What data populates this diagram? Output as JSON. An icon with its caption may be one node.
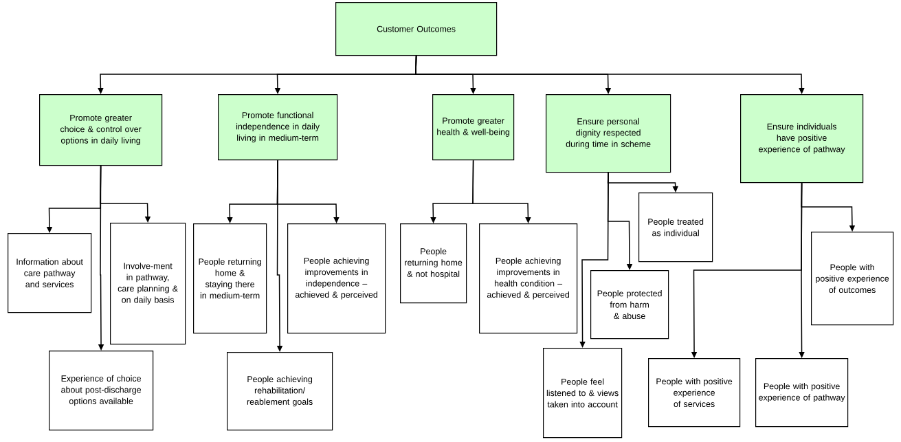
{
  "diagram": {
    "nodes": [
      {
        "text": [
          "Customer Outcomes"
        ]
      },
      {
        "text": [
          "Promote greater choice & control over options in daily living"
        ]
      },
      {
        "text": [
          "Promote functional independence in daily living in medium-term"
        ]
      },
      {
        "text": [
          "Promote greater health & well-being"
        ]
      },
      {
        "text": [
          "Ensure personal dignity respected during time in scheme"
        ]
      },
      {
        "text": [
          "Ensure individuals have positive experience of pathway"
        ]
      },
      {
        "text": [
          "Information about care pathway and services"
        ]
      },
      {
        "text": [
          "Involve-ment in pathway, care planning & on daily basis"
        ]
      },
      {
        "text": [
          "Experience of choice about post-discharge options available"
        ]
      },
      {
        "text": [
          "People returning home & staying there in medium-term"
        ]
      },
      {
        "text": [
          "People achieving improvements in independence – achieved & perceived"
        ]
      },
      {
        "text": [
          "People achieving rehabilitation/ reablement goals"
        ]
      },
      {
        "text": [
          "People returning home & not hospital"
        ]
      },
      {
        "text": [
          "People achieving improvements in health condition – achieved & perceived"
        ]
      },
      {
        "text": [
          "People treated as individual"
        ]
      },
      {
        "text": [
          "People protected from harm & abuse"
        ]
      },
      {
        "text": [
          "People feel listened to & views taken into account"
        ]
      },
      {
        "text": [
          "People with positive experience of outcomes"
        ]
      },
      {
        "text": [
          "People with positive experience of services"
        ]
      },
      {
        "text": [
          "People with positive experience of pathway"
        ]
      }
    ],
    "edges": [
      {
        "from": 0,
        "to": 1,
        "arrow": "to"
      },
      {
        "from": 0,
        "to": 2,
        "arrow": "to"
      },
      {
        "from": 0,
        "to": 3,
        "arrow": "to"
      },
      {
        "from": 0,
        "to": 4,
        "arrow": "to"
      },
      {
        "from": 0,
        "to": 5,
        "arrow": "to"
      },
      {
        "from": 1,
        "to": 6,
        "arrow": "to"
      },
      {
        "from": 1,
        "to": 7,
        "arrow": "to"
      },
      {
        "from": 1,
        "to": 8,
        "arrow": "to"
      },
      {
        "from": 2,
        "to": 9,
        "arrow": "to"
      },
      {
        "from": 2,
        "to": 10,
        "arrow": "to"
      },
      {
        "from": 2,
        "to": 11,
        "arrow": "to"
      },
      {
        "from": 3,
        "to": 12,
        "arrow": "to"
      },
      {
        "from": 3,
        "to": 13,
        "arrow": "to"
      },
      {
        "from": 4,
        "to": 14,
        "arrow": "to"
      },
      {
        "from": 4,
        "to": 15,
        "arrow": "to"
      },
      {
        "from": 4,
        "to": 16,
        "arrow": "to"
      },
      {
        "from": 5,
        "to": 17,
        "arrow": "to"
      },
      {
        "from": 5,
        "to": 18,
        "arrow": "to"
      },
      {
        "from": 5,
        "to": 19,
        "arrow": "to"
      }
    ]
  }
}
